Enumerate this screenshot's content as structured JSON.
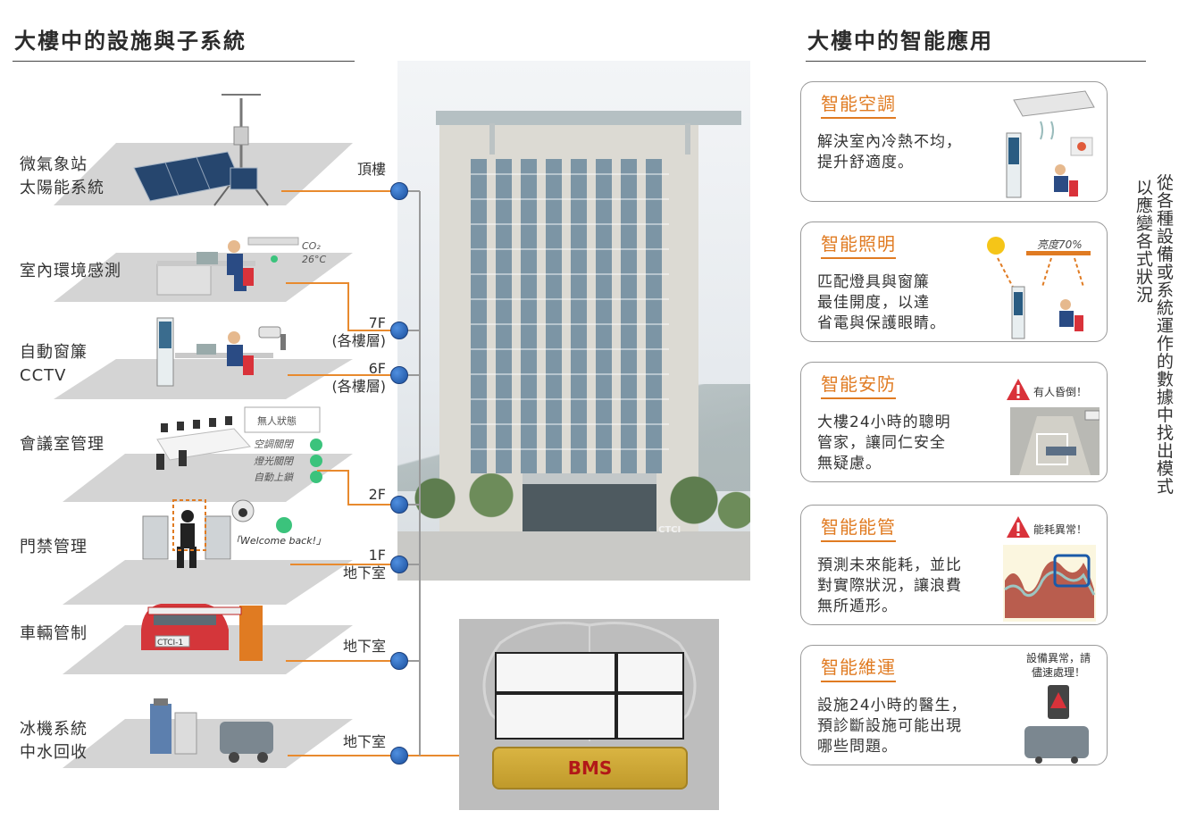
{
  "left_title": "大樓中的設施與子系統",
  "right_title": "大樓中的智能應用",
  "systems": [
    {
      "line1": "微氣象站",
      "line2": "太陽能系統"
    },
    {
      "line1": "室內環境感測",
      "line2": ""
    },
    {
      "line1": "自動窗簾",
      "line2": "CCTV"
    },
    {
      "line1": "會議室管理",
      "line2": ""
    },
    {
      "line1": "門禁管理",
      "line2": ""
    },
    {
      "line1": "車輛管制",
      "line2": ""
    },
    {
      "line1": "冰機系統",
      "line2": "中水回收"
    }
  ],
  "floors": {
    "roof": "頂樓",
    "f7": "7F",
    "f7_sub": "(各樓層)",
    "f6": "6F",
    "f6_sub": "(各樓層)",
    "f2": "2F",
    "f1": "1F",
    "f1_sub": "地下室",
    "b_parking": "地下室",
    "b_chiller": "地下室"
  },
  "sensor": {
    "co2": "CO₂",
    "temp": "26°C"
  },
  "meeting": {
    "status": "無人狀態",
    "ac": "空調關閉",
    "light": "燈光關閉",
    "lock": "自動上鎖"
  },
  "access_message": "「Welcome back!」",
  "plate": "CTCI-1",
  "building_sign": "CTCI",
  "bms_label": "BMS",
  "apps": [
    {
      "title": "智能空調",
      "body": [
        "解決室內冷熱不均，",
        "提升舒適度。"
      ],
      "alert": ""
    },
    {
      "title": "智能照明",
      "body": [
        "匹配燈具與窗簾",
        "最佳開度，以達",
        "省電與保護眼睛。"
      ],
      "alert": "亮度70%"
    },
    {
      "title": "智能安防",
      "body": [
        "大樓24小時的聰明",
        "管家，讓同仁安全",
        "無疑慮。"
      ],
      "alert": "有人昏倒！"
    },
    {
      "title": "智能能管",
      "body": [
        "預測未來能耗，並比",
        "對實際狀況，讓浪費",
        "無所遁形。"
      ],
      "alert": "能耗異常！"
    },
    {
      "title": "智能維運",
      "body": [
        "設施24小時的醫生，",
        "預診斷設施可能出現",
        "哪些問題。"
      ],
      "alert": "設備異常，請",
      "alert2": "儘速處理！"
    }
  ],
  "vertical_col1": "從各種設備或系統運作的數據中找出模式",
  "vertical_col2": "以應變各式狀況",
  "colors": {
    "accent": "#e07b22",
    "dot": "#1b4f9c",
    "bms": "#c9a133",
    "bms_text": "#b21818"
  }
}
